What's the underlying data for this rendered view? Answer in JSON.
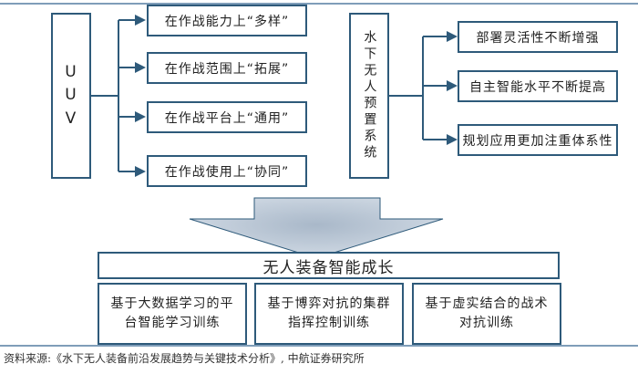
{
  "left_group": {
    "source": "UUV",
    "targets": [
      "在作战能力上“多样”",
      "在作战范围上“拓展”",
      "在作战平台上“通用”",
      "在作战使用上“协同”"
    ]
  },
  "right_group": {
    "source": "水下无人预置系统",
    "targets": [
      "部署灵活性不断增强",
      "自主智能水平不断提高",
      "规划应用更加注重体系性"
    ]
  },
  "outcome": {
    "title": "无人装备智能成长",
    "items": [
      "基于大数据学习的平台智能学习训练",
      "基于博弈对抗的集群指挥控制训练",
      "基于虚实结合的战术对抗训练"
    ]
  },
  "caption": "资料来源:《水下无人装备前沿发展趋势与关键技术分析》, 中航证券研究所",
  "colors": {
    "border": "#2e5a7a",
    "rule": "#7f9db9",
    "arrow_fill": "#b3c1d1"
  }
}
